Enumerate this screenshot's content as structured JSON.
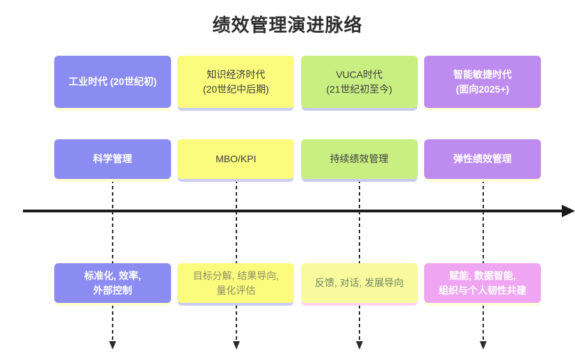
{
  "title": "绩效管理演进脉络",
  "timeline": {
    "axis_color": "#1a1a1a",
    "connector_color": "#2a2a2a"
  },
  "columns": [
    {
      "name": "industrial-era",
      "era": {
        "line1": "工业时代 (20世纪初)",
        "line2": "",
        "bg": "#8b8cf2",
        "fg": "#ffffff",
        "shadow": "#ffffce"
      },
      "method": {
        "label": "科学管理",
        "bg": "#8b8cf2",
        "fg": "#ffffff",
        "shadow": "#ffffce"
      },
      "traits": {
        "line1": "标准化, 效率,",
        "line2": "外部控制",
        "bg": "#8b8cf2",
        "fg": "#ffffff",
        "shadow": "#ffffce"
      }
    },
    {
      "name": "knowledge-economy-era",
      "era": {
        "line1": "知识经济时代",
        "line2": "(20世纪中后期)",
        "bg": "#fbfb7e",
        "fg": "#3d3d3d",
        "shadow": "#ccccf2"
      },
      "method": {
        "label": "MBO/KPI",
        "bg": "#fbfb7e",
        "fg": "#3d3d3d",
        "shadow": "#ccccf2"
      },
      "traits": {
        "line1": "目标分解, 结果导向,",
        "line2": "量化评估",
        "bg": "#fbfb7e",
        "fg": "#8f8f66",
        "shadow": "#ccccf2"
      }
    },
    {
      "name": "vuca-era",
      "era": {
        "line1": "VUCA时代",
        "line2": "(21世纪初至今)",
        "bg": "#c9ef82",
        "fg": "#3d3d3d",
        "shadow": "#c9c9f0"
      },
      "method": {
        "label": "持续绩效管理",
        "bg": "#c9ef82",
        "fg": "#3d3d3d",
        "shadow": "#c9c9f0"
      },
      "traits": {
        "line1": "反馈, 对话, 发展导向",
        "line2": "",
        "bg": "#f9f99e",
        "fg": "#6d8c5c",
        "shadow": "#ffd2f0"
      }
    },
    {
      "name": "intelligent-agile-era",
      "era": {
        "line1": "智能敏捷时代",
        "line2": "(面向2025+)",
        "bg": "#bd8cee",
        "fg": "#ffffff",
        "shadow": "#ffffd6"
      },
      "method": {
        "label": "弹性绩效管理",
        "bg": "#bd8cee",
        "fg": "#ffffff",
        "shadow": "#ffffd6"
      },
      "traits": {
        "line1": "赋能, 数据智能,",
        "line2": "组织与个人韧性共建",
        "bg": "#efa5f2",
        "fg": "#ffffff",
        "shadow": "#ffffd6"
      }
    }
  ]
}
